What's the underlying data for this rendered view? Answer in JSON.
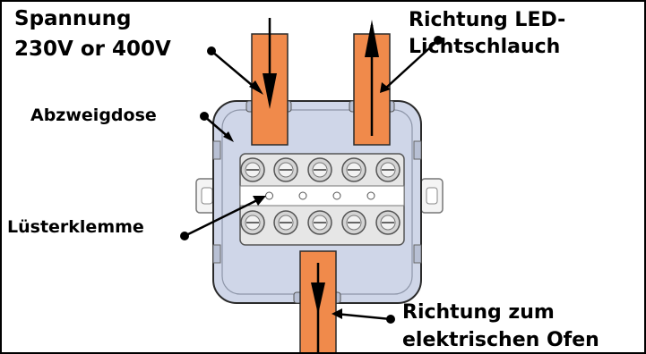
{
  "labels": {
    "supply_line1": "Spannung",
    "supply_line2": "230V or 400V",
    "led_line1": "Richtung LED-",
    "led_line2": "Lichtschlauch",
    "junction_box": "Abzweigdose",
    "terminal": "Lüsterklemme",
    "oven_line1": "Richtung zum",
    "oven_line2": "elektrischen Ofen"
  },
  "colors": {
    "cable_orange": "#f08a4b",
    "box_blue_grey": "#cfd6e8",
    "terminal_grey": "#e6e6e6",
    "ink": "#000000"
  }
}
